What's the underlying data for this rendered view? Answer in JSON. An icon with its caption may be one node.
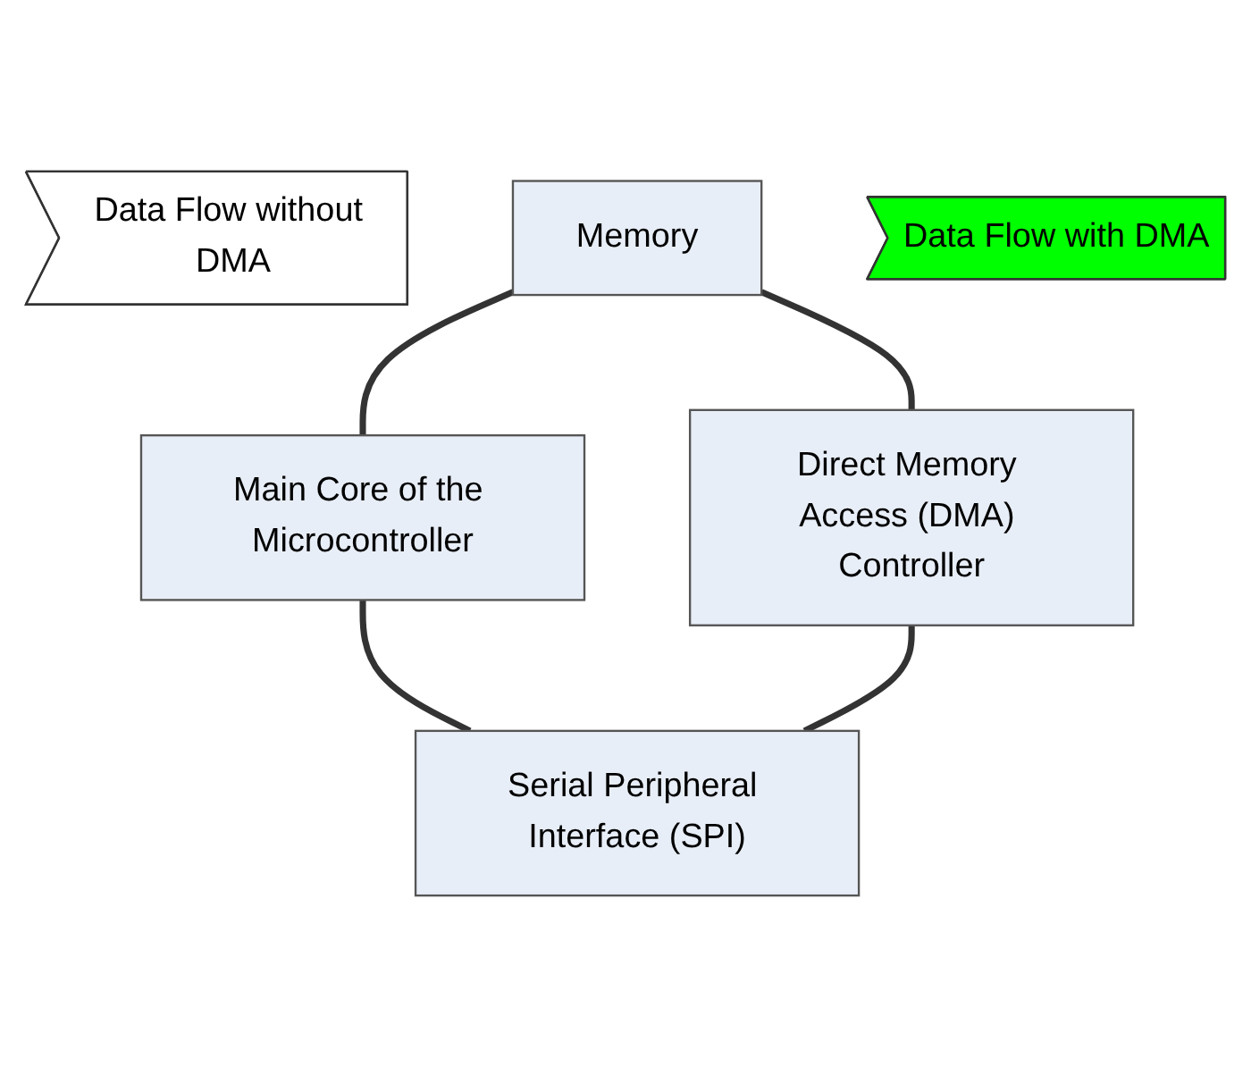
{
  "diagram": {
    "nodes": [
      {
        "text": [
          "Data Flow without DMA"
        ]
      },
      {
        "text": [
          "Memory"
        ]
      },
      {
        "text": [
          "Main Core of the Microcontroller"
        ]
      },
      {
        "text": [
          "Direct Memory Access (DMA) Controller"
        ]
      },
      {
        "text": [
          "Serial Peripheral Interface (SPI)"
        ]
      },
      {
        "text": [
          "Data Flow with DMA"
        ]
      }
    ],
    "edges": [
      {
        "from": 1,
        "to": 2,
        "arrow": "none"
      },
      {
        "from": 1,
        "to": 3,
        "arrow": "none"
      },
      {
        "from": 2,
        "to": 4,
        "arrow": "none"
      },
      {
        "from": 3,
        "to": 4,
        "arrow": "none"
      }
    ]
  }
}
